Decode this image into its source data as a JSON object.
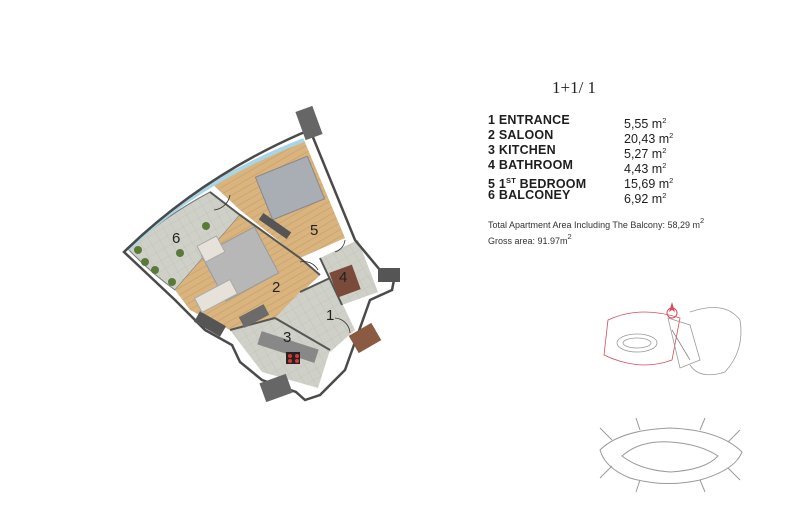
{
  "title": "1+1/ 1",
  "rooms": [
    {
      "number": "1",
      "name": "ENTRANCE",
      "area": "5,55 m",
      "unit_sup": "2"
    },
    {
      "number": "2",
      "name": "SALOON",
      "area": "20,43 m",
      "unit_sup": "2"
    },
    {
      "number": "3",
      "name": "KITCHEN",
      "area": "5,27 m",
      "unit_sup": "2"
    },
    {
      "number": "4",
      "name": "BATHROOM",
      "area": "4,43 m",
      "unit_sup": "2"
    },
    {
      "number": "5",
      "name": "1",
      "name_sup": "ST",
      "name_rest": " BEDROOM",
      "area": "15,69 m",
      "unit_sup": "2"
    },
    {
      "number": "6",
      "name": "BALCONEY",
      "area": "6,92 m",
      "unit_sup": "2"
    }
  ],
  "totals": {
    "total_label": "Total Apartment Area Including The Balcony: 58,29 m",
    "total_sup": "2",
    "gross_label": "Gross area: 91.97m",
    "gross_sup": "2"
  },
  "plan_labels": [
    "1",
    "2",
    "3",
    "4",
    "5",
    "6"
  ],
  "colors": {
    "wood_floor": "#d9b47e",
    "tile_floor": "#cfd0c8",
    "walls": "#4a4a4a",
    "glass": "#a8d6e8",
    "locator_accent": "#d94a5a"
  },
  "icons": [
    "compass-icon"
  ]
}
